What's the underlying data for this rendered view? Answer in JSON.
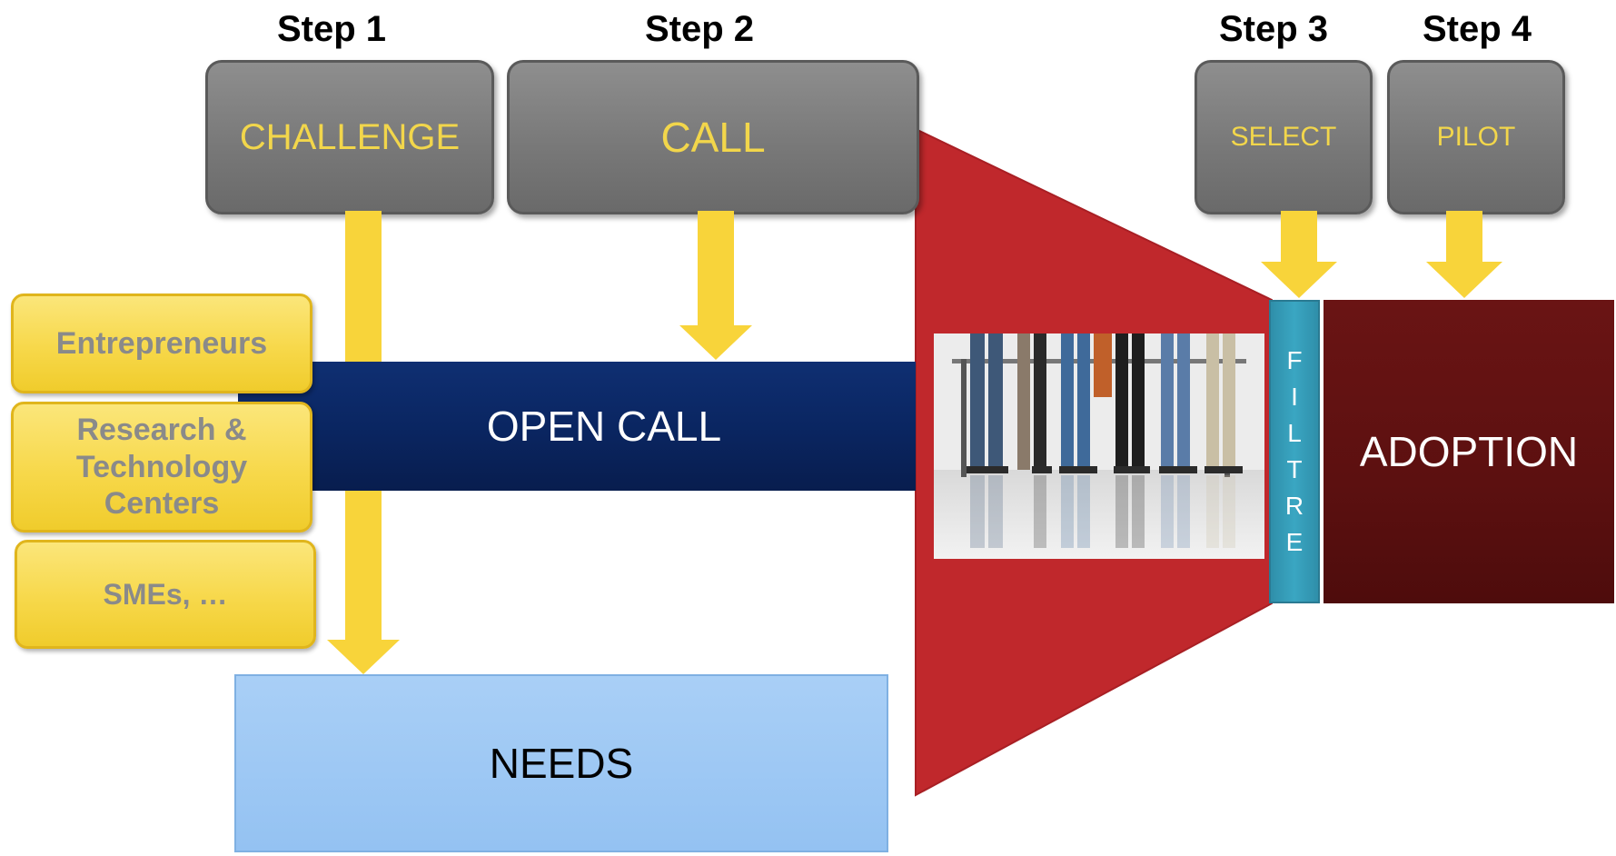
{
  "steps": {
    "step1": "Step 1",
    "step2": "Step 2",
    "step3": "Step 3",
    "step4": "Step 4"
  },
  "boxes": {
    "challenge": "CHALLENGE",
    "call": "CALL",
    "select": "SELECT",
    "pilot": "PILOT",
    "open_call": "OPEN CALL",
    "needs": "NEEDS",
    "adoption": "ADOPTION",
    "filtre_letters": [
      "F",
      "I",
      "L",
      "T",
      "R",
      "E"
    ]
  },
  "participants": {
    "entrepreneurs": "Entrepreneurs",
    "research": [
      "Research &",
      "Technology",
      "Centers"
    ],
    "smes": "SMEs, …"
  },
  "colors": {
    "gray_box": "#7a7a7a",
    "label_yellow": "#f2d64b",
    "arrow_yellow": "#f8d43a",
    "open_call_navy": "#0a2560",
    "needs_blue": "#94c2f2",
    "funnel_red": "#c0282c",
    "filtre_teal": "#3aa6c2",
    "adoption_maroon": "#5c1010"
  }
}
